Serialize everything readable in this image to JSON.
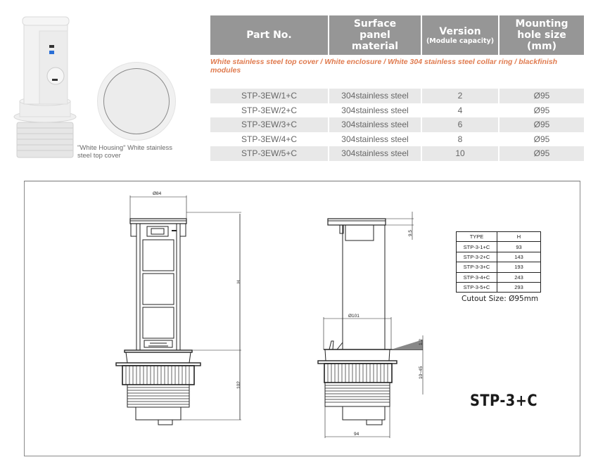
{
  "photos": {
    "caption": "\"White Housing\" White stainless steel top cover"
  },
  "spec_table": {
    "headers": [
      {
        "main": "Part No.",
        "sub": ""
      },
      {
        "main": "Surface panel material",
        "sub": ""
      },
      {
        "main": "Version",
        "sub": "(Module capacity)"
      },
      {
        "main": "Mounting hole size (mm)",
        "sub": ""
      }
    ],
    "note": "White stainless steel top cover / White enclosure / White 304 stainless steel collar ring / blackfinish modules",
    "rows": [
      {
        "part": "STP-3EW/1+C",
        "material": "304stainless steel",
        "version": "2",
        "hole": "Ø95"
      },
      {
        "part": "STP-3EW/2+C",
        "material": "304stainless steel",
        "version": "4",
        "hole": "Ø95"
      },
      {
        "part": "STP-3EW/3+C",
        "material": "304stainless steel",
        "version": "6",
        "hole": "Ø95"
      },
      {
        "part": "STP-3EW/4+C",
        "material": "304stainless steel",
        "version": "8",
        "hole": "Ø95"
      },
      {
        "part": "STP-3EW/5+C",
        "material": "304stainless steel",
        "version": "10",
        "hole": "Ø95"
      }
    ],
    "colors": {
      "header_bg": "#969696",
      "note": "#e07b4f",
      "row_alt": "#e8e8e8"
    }
  },
  "drawing": {
    "front_view": {
      "dim_top": "Ø84",
      "dim_height": "H",
      "dim_bottom": "102"
    },
    "side_view": {
      "dim_cover": "9.5",
      "dim_collar": "Ø101",
      "dim_flange": "1.2",
      "dim_thickness": "10~45",
      "dim_base": "94"
    },
    "type_table": {
      "headers": [
        "TYPE",
        "H"
      ],
      "rows": [
        [
          "STP-3-1+C",
          "93"
        ],
        [
          "STP-3-2+C",
          "143"
        ],
        [
          "STP-3-3+C",
          "193"
        ],
        [
          "STP-3-4+C",
          "243"
        ],
        [
          "STP-3-5+C",
          "293"
        ]
      ]
    },
    "cutout_size": "Cutout Size: Ø95mm",
    "model_name": "STP-3+C"
  }
}
